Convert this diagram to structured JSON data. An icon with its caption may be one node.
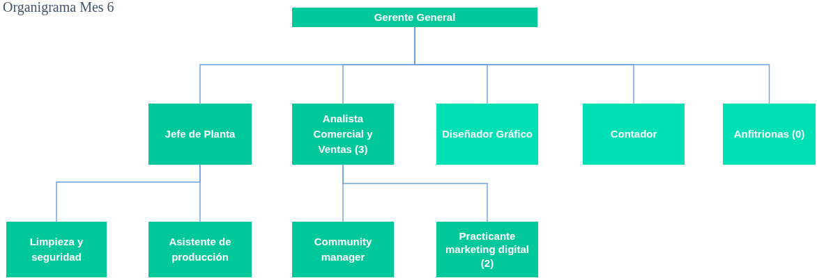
{
  "diagram": {
    "title": "Organigrama Mes 6",
    "nodes": [
      {
        "text": [
          "Gerente General"
        ]
      },
      {
        "text": [
          "Jefe de Planta"
        ]
      },
      {
        "text": [
          "Analista Comercial y Ventas (3)"
        ]
      },
      {
        "text": [
          "Diseñador Gráfico"
        ]
      },
      {
        "text": [
          "Contador"
        ]
      },
      {
        "text": [
          "Anfitrionas (0)"
        ]
      },
      {
        "text": [
          "Limpieza y seguridad"
        ]
      },
      {
        "text": [
          "Asistente de producción"
        ]
      },
      {
        "text": [
          "Community manager"
        ]
      },
      {
        "text": [
          "Practicante marketing digital (2)"
        ]
      }
    ],
    "edges": [
      {
        "from": 0,
        "to": 1,
        "arrow": "none"
      },
      {
        "from": 0,
        "to": 2,
        "arrow": "none"
      },
      {
        "from": 0,
        "to": 3,
        "arrow": "none"
      },
      {
        "from": 0,
        "to": 4,
        "arrow": "none"
      },
      {
        "from": 0,
        "to": 5,
        "arrow": "none"
      },
      {
        "from": 1,
        "to": 6,
        "arrow": "none"
      },
      {
        "from": 1,
        "to": 7,
        "arrow": "none"
      },
      {
        "from": 2,
        "to": 8,
        "arrow": "none"
      },
      {
        "from": 2,
        "to": 9,
        "arrow": "none"
      }
    ]
  }
}
